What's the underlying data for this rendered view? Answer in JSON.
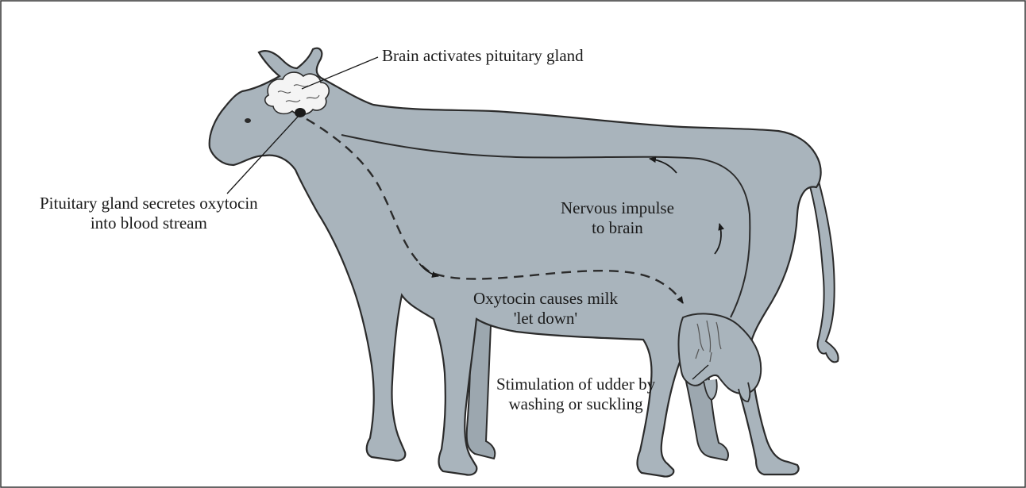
{
  "labels": {
    "brain": {
      "line1": "Brain activates pituitary gland"
    },
    "pituitary": {
      "line1": "Pituitary gland secretes oxytocin",
      "line2": "into blood stream"
    },
    "nervous": {
      "line1": "Nervous impulse",
      "line2": "to brain"
    },
    "oxytocin": {
      "line1": "Oxytocin causes milk",
      "line2": "'let down'"
    },
    "udder": {
      "line1": "Stimulation of udder by",
      "line2": "washing or suckling"
    }
  },
  "colors": {
    "body_fill": "#a9b4bc",
    "outline": "#2b2b2b",
    "brain_fill": "#f4f4f4",
    "frame": "#333333"
  }
}
